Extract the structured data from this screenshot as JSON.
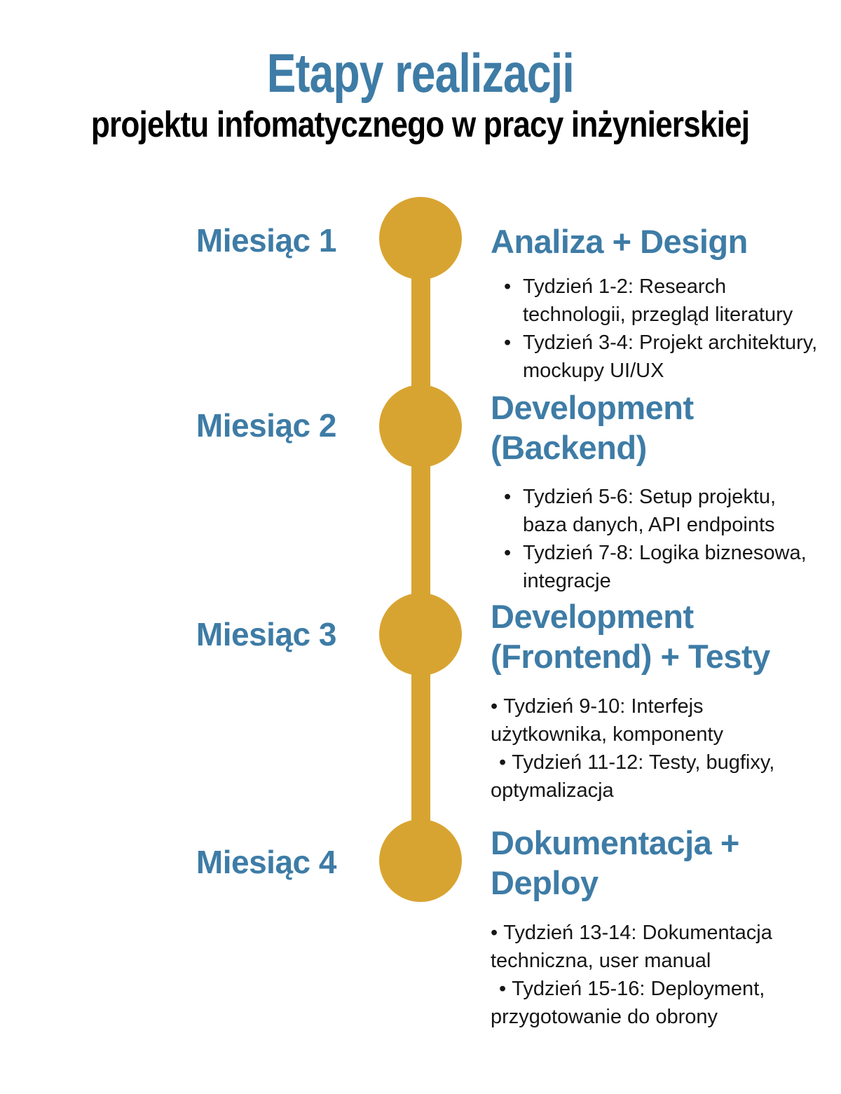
{
  "header": {
    "title": "Etapy realizacji",
    "subtitle": "projektu infomatycznego w pracy inżynierskiej"
  },
  "theme": {
    "accent_gold": "#D8A431",
    "accent_blue": "#3E7CA6",
    "text_color": "#161616",
    "bg_color": "#FFFFFF"
  },
  "milestones": [
    {
      "label": "Miesiąc 1",
      "title_lines": [
        "Analiza + Design",
        ""
      ],
      "items": [
        "Tydzień 1-2: Research technologii, przegląd literatury",
        "Tydzień 3-4: Projekt architektury, mockupy UI/UX"
      ]
    },
    {
      "label": "Miesiąc 2",
      "title_lines": [
        "Development",
        "(Backend)"
      ],
      "items": [
        "Tydzień 5-6: Setup projektu, baza danych, API endpoints",
        "Tydzień 7-8: Logika biznesowa, integracje"
      ]
    },
    {
      "label": "Miesiąc 3",
      "title_lines": [
        "Development",
        "(Frontend) + Testy"
      ],
      "items": [
        "Tydzień 9-10: Interfejs użytkownika, komponenty",
        "Tydzień 11-12: Testy, bugfixy, optymalizacja"
      ]
    },
    {
      "label": "Miesiąc 4",
      "title_lines": [
        "Dokumentacja +",
        "Deploy"
      ],
      "items": [
        "Tydzień 13-14: Dokumentacja techniczna, user manual",
        "Tydzień 15-16: Deployment, przygotowanie do obrony"
      ]
    }
  ]
}
